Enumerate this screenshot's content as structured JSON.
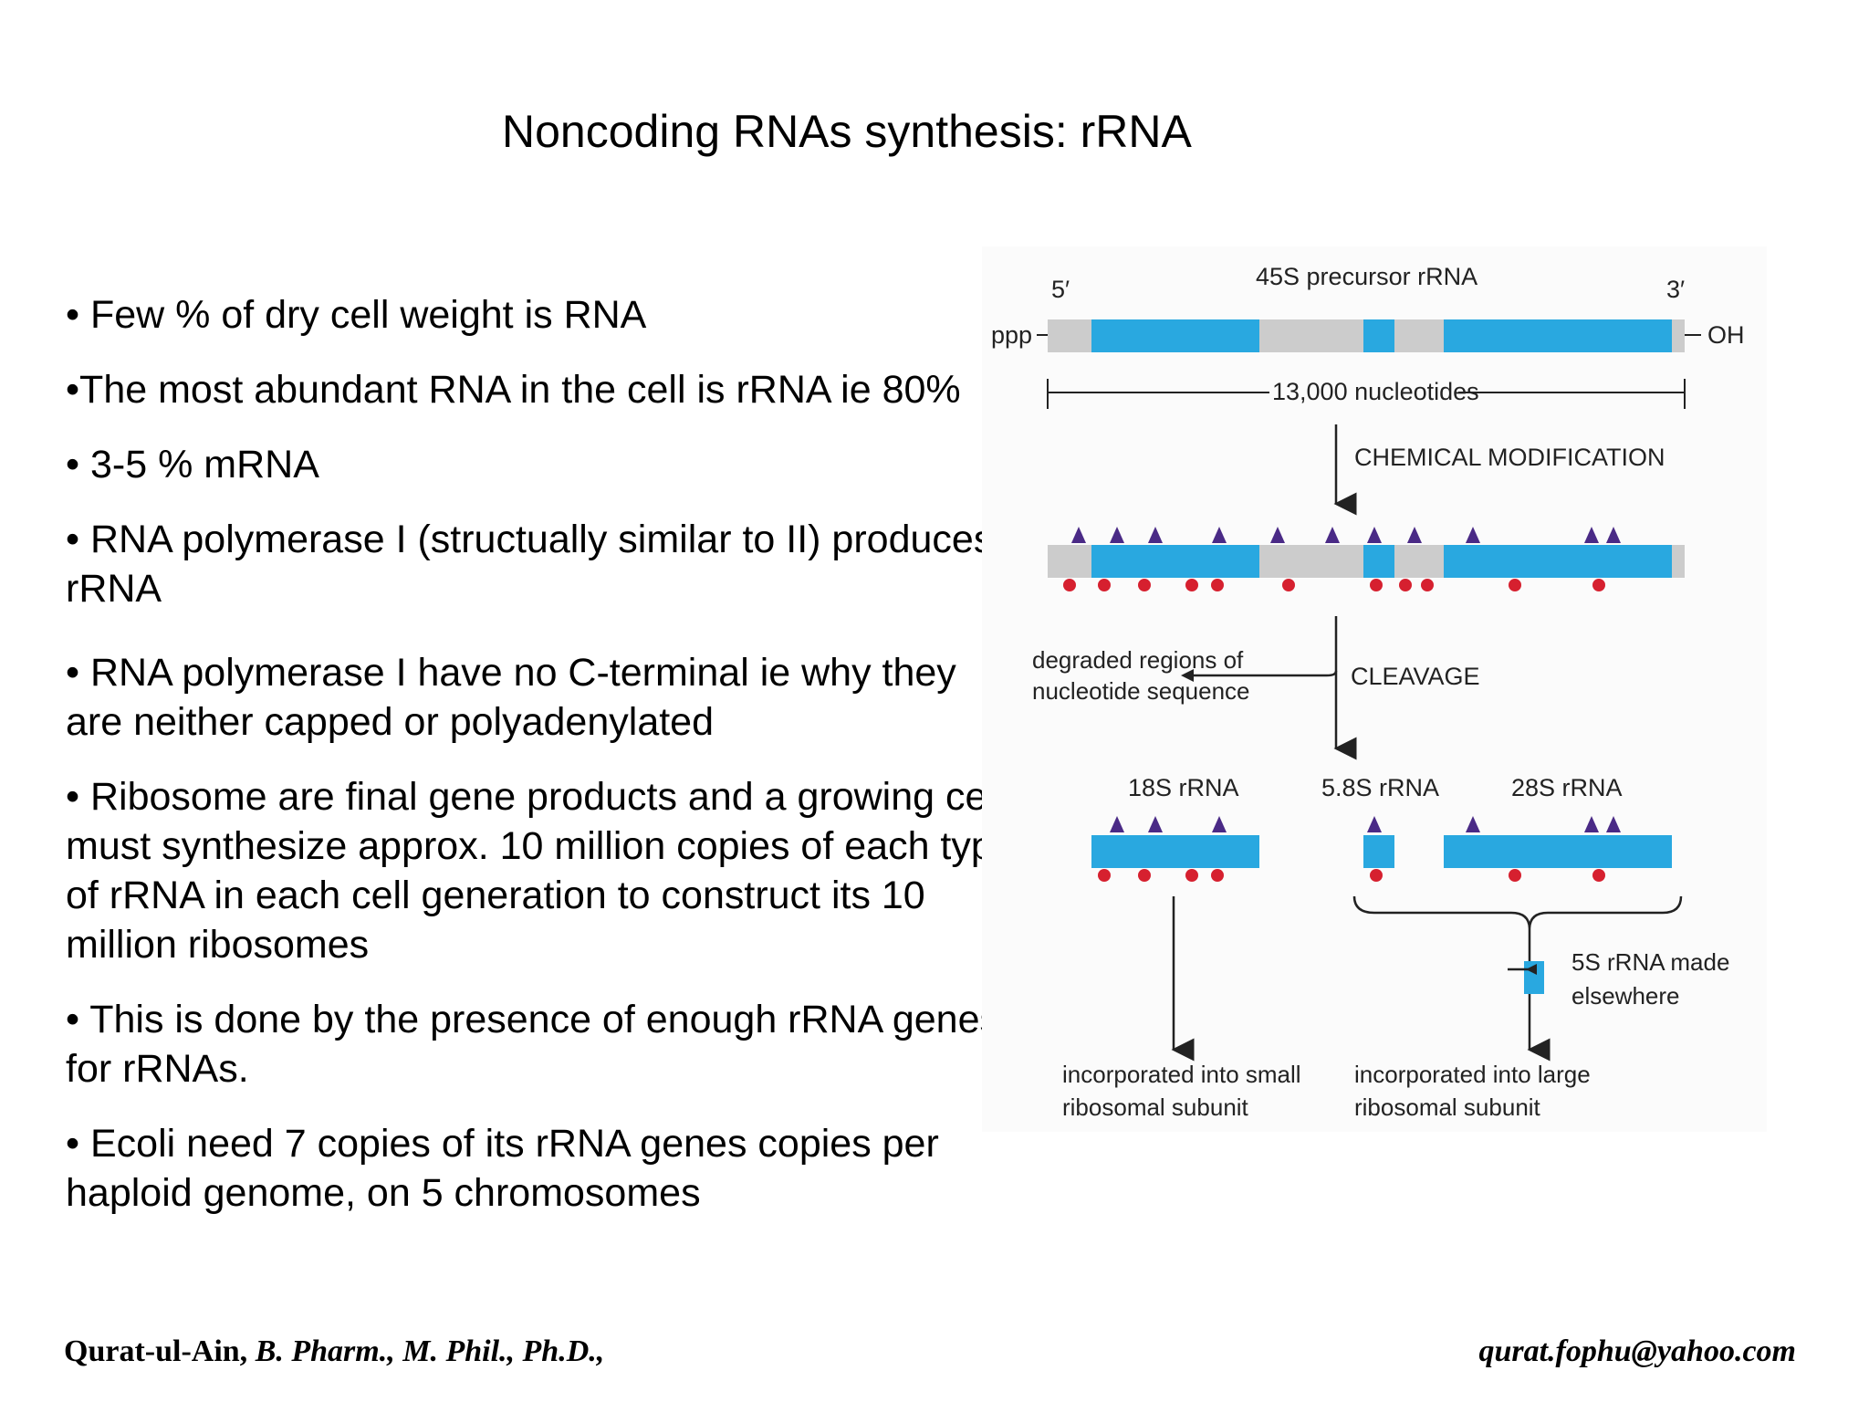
{
  "slide": {
    "title": "Noncoding RNAs synthesis: rRNA",
    "bullets": [
      "• Few % of dry cell weight is RNA",
      "•The most abundant RNA in the cell is rRNA ie 80%",
      "• 3-5 % mRNA",
      "• RNA polymerase I (structually similar to II) produces rRNA",
      "• RNA polymerase I have no C-terminal ie why they are neither capped or polyadenylated",
      "• Ribosome are final gene products and a growing cell must synthesize approx. 10 million copies of each type of rRNA in each cell generation to construct its 10 million ribosomes",
      "• This is done by the presence of enough rRNA genes for rRNAs.",
      "• Ecoli need 7 copies of its rRNA genes  copies per haploid genome, on 5 chromosomes"
    ]
  },
  "footer": {
    "author": "Qurat-ul-Ain,",
    "credentials": "B. Pharm., M. Phil., Ph.D.,",
    "email": "qurat.fophu@yahoo.com"
  },
  "figure": {
    "precursor_label": "45S precursor rRNA",
    "five_prime": "5′",
    "three_prime": "3′",
    "ppp": "ppp",
    "oh": "OH",
    "length_label": "13,000 nucleotides",
    "step1": "CHEMICAL MODIFICATION",
    "step2": "CLEAVAGE",
    "degraded_line1": "degraded regions of",
    "degraded_line2": "nucleotide sequence",
    "rna_18s": "18S rRNA",
    "rna_58s": "5.8S rRNA",
    "rna_28s": "28S rRNA",
    "rna_5s_line1": "5S rRNA made",
    "rna_5s_line2": "elsewhere",
    "small_line1": "incorporated into small",
    "small_line2": "ribosomal subunit",
    "large_line1": "incorporated into large",
    "large_line2": "ribosomal subunit",
    "colors": {
      "rna": "#29a8e0",
      "spacer": "#cccccc",
      "triangle": "#4a2a86",
      "dot": "#d6202f"
    }
  }
}
